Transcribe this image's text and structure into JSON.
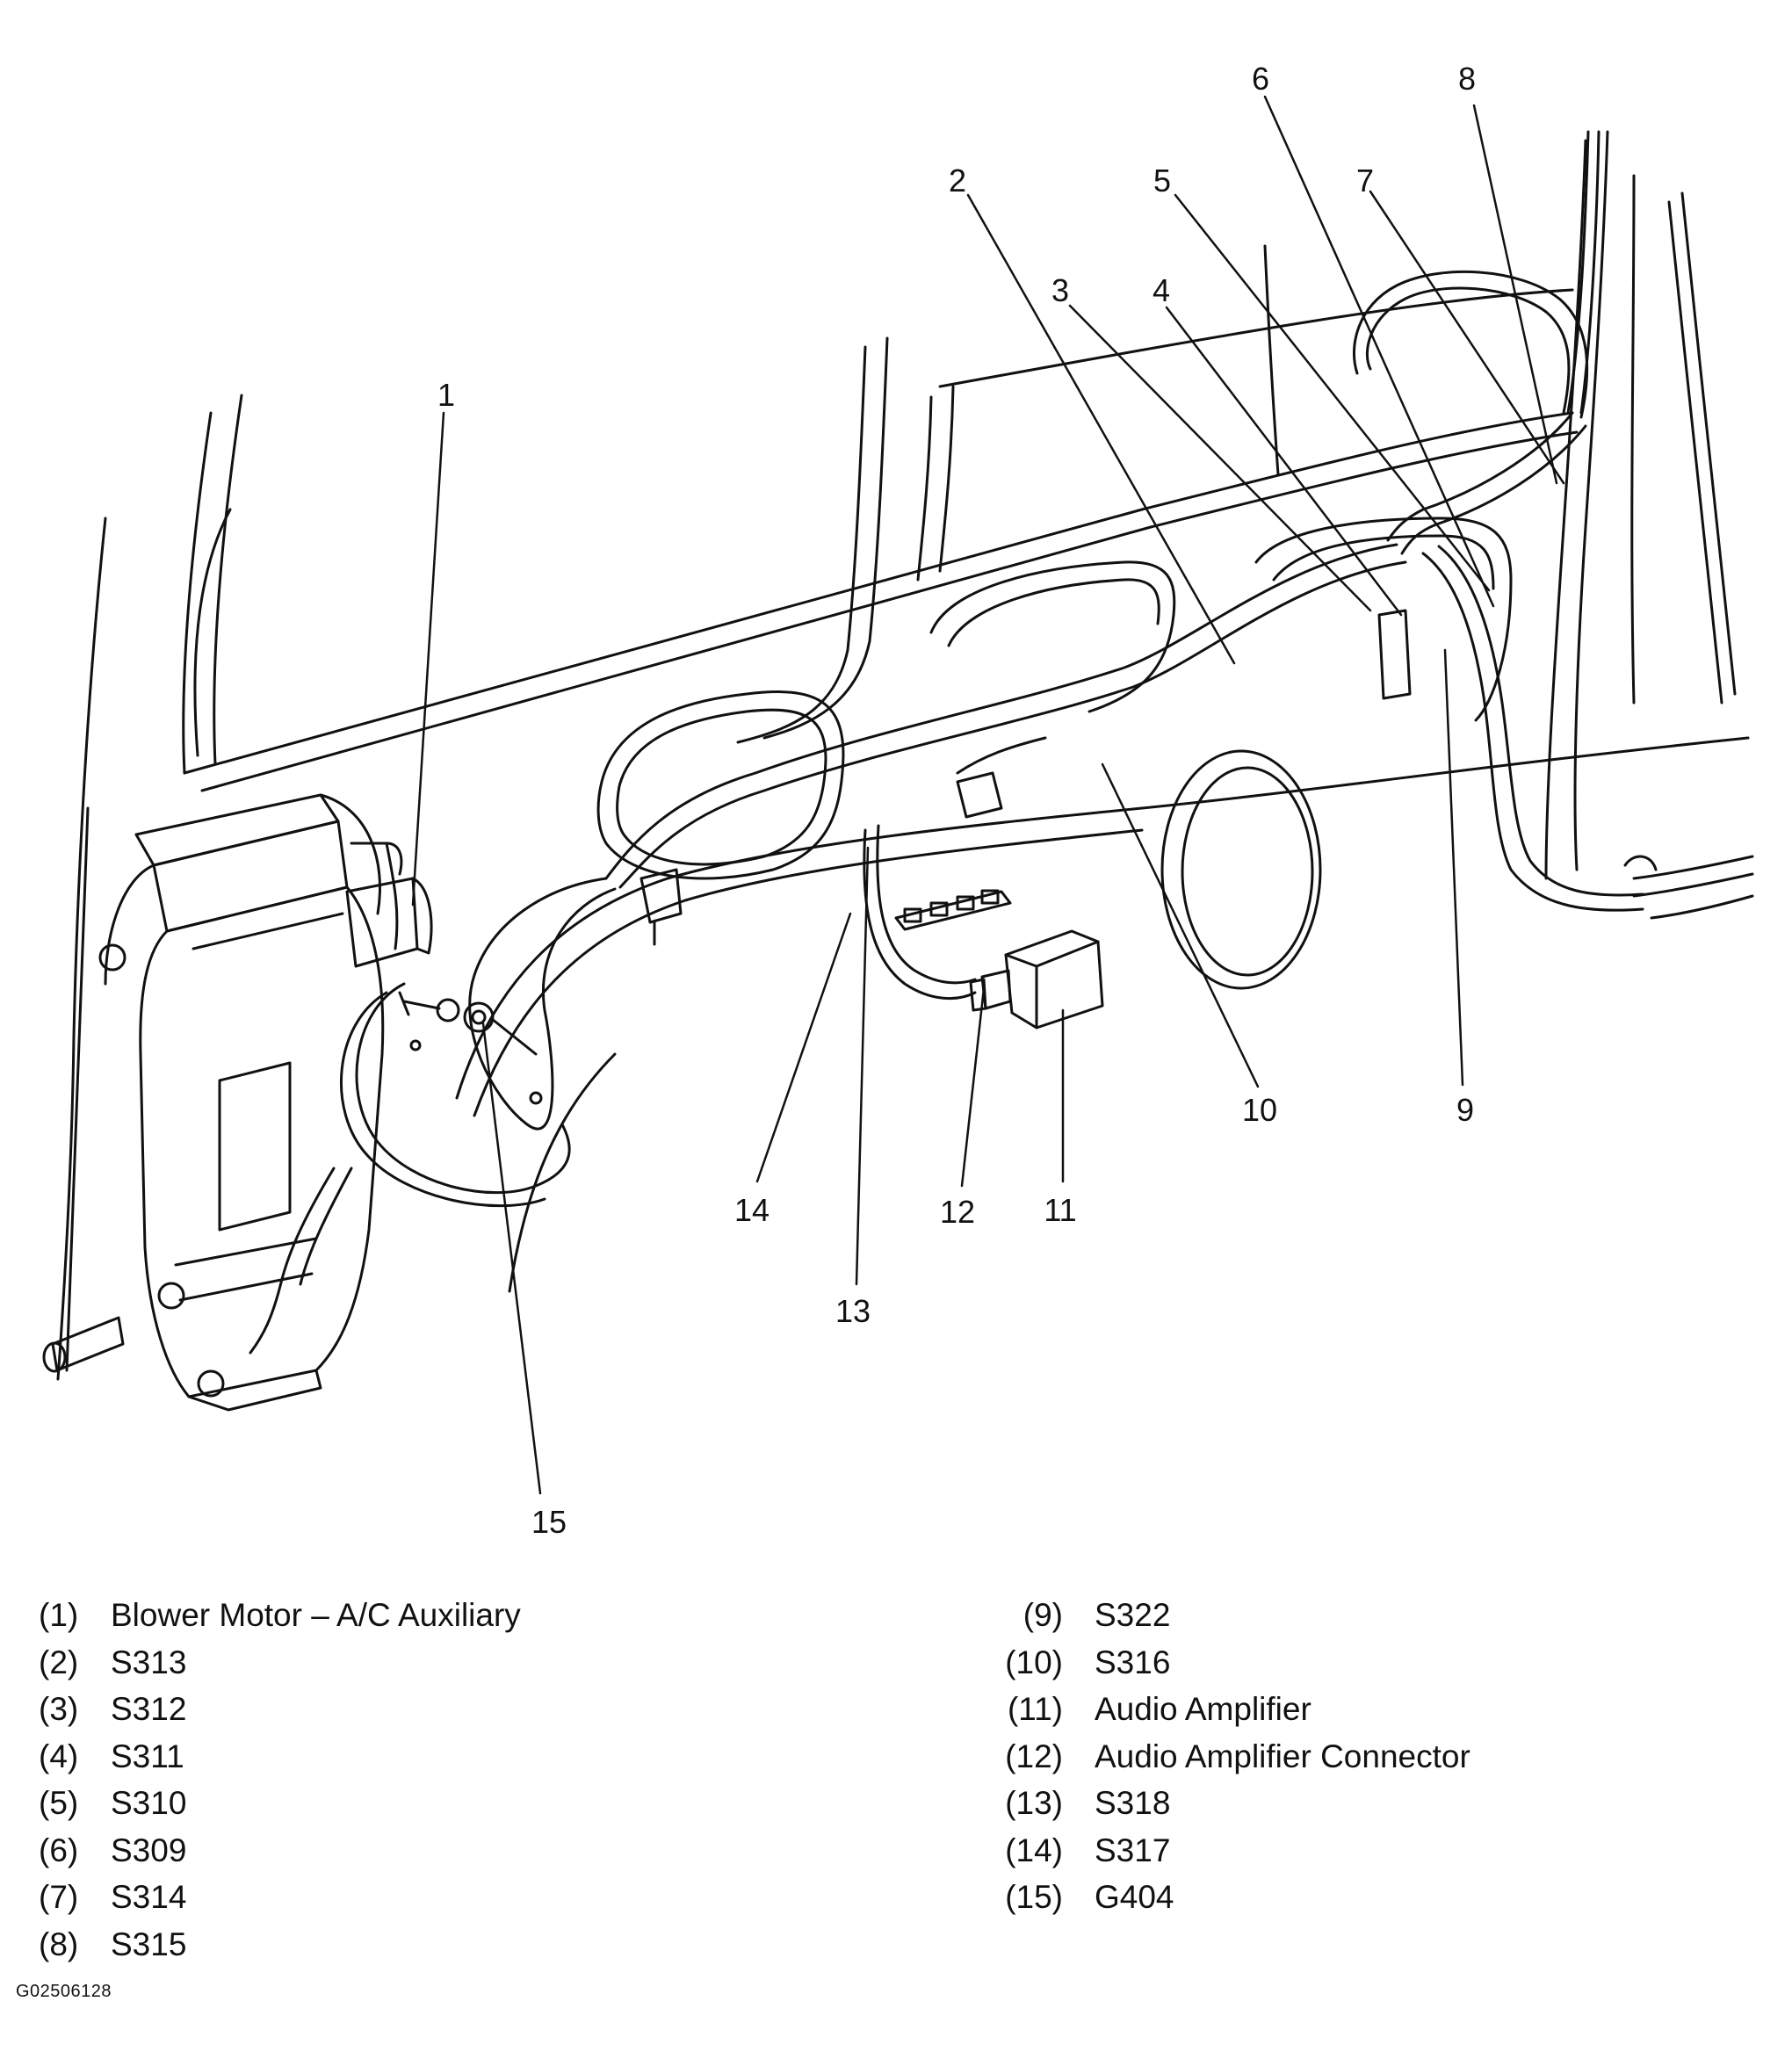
{
  "callouts": [
    {
      "n": "1",
      "label": "Blower Motor – A/C Auxiliary"
    },
    {
      "n": "2",
      "label": "S313"
    },
    {
      "n": "3",
      "label": "S312"
    },
    {
      "n": "4",
      "label": "S311"
    },
    {
      "n": "5",
      "label": "S310"
    },
    {
      "n": "6",
      "label": "S309"
    },
    {
      "n": "7",
      "label": "S314"
    },
    {
      "n": "8",
      "label": "S315"
    },
    {
      "n": "9",
      "label": "S322"
    },
    {
      "n": "10",
      "label": "S316"
    },
    {
      "n": "11",
      "label": "Audio Amplifier"
    },
    {
      "n": "12",
      "label": "Audio Amplifier Connector"
    },
    {
      "n": "13",
      "label": "S318"
    },
    {
      "n": "14",
      "label": "S317"
    },
    {
      "n": "15",
      "label": "G404"
    }
  ],
  "legend_left": [
    {
      "num": "(1)",
      "label": "Blower Motor – A/C Auxiliary"
    },
    {
      "num": "(2)",
      "label": "S313"
    },
    {
      "num": "(3)",
      "label": "S312"
    },
    {
      "num": "(4)",
      "label": "S311"
    },
    {
      "num": "(5)",
      "label": "S310"
    },
    {
      "num": "(6)",
      "label": "S309"
    },
    {
      "num": "(7)",
      "label": "S314"
    },
    {
      "num": "(8)",
      "label": "S315"
    }
  ],
  "legend_right": [
    {
      "num": "(9)",
      "label": "S322"
    },
    {
      "num": "(10)",
      "label": "S316"
    },
    {
      "num": "(11)",
      "label": "Audio Amplifier"
    },
    {
      "num": "(12)",
      "label": "Audio Amplifier Connector"
    },
    {
      "num": "(13)",
      "label": "S318"
    },
    {
      "num": "(14)",
      "label": "S317"
    },
    {
      "num": "(15)",
      "label": "G404"
    }
  ],
  "figure_id": "G02506128"
}
